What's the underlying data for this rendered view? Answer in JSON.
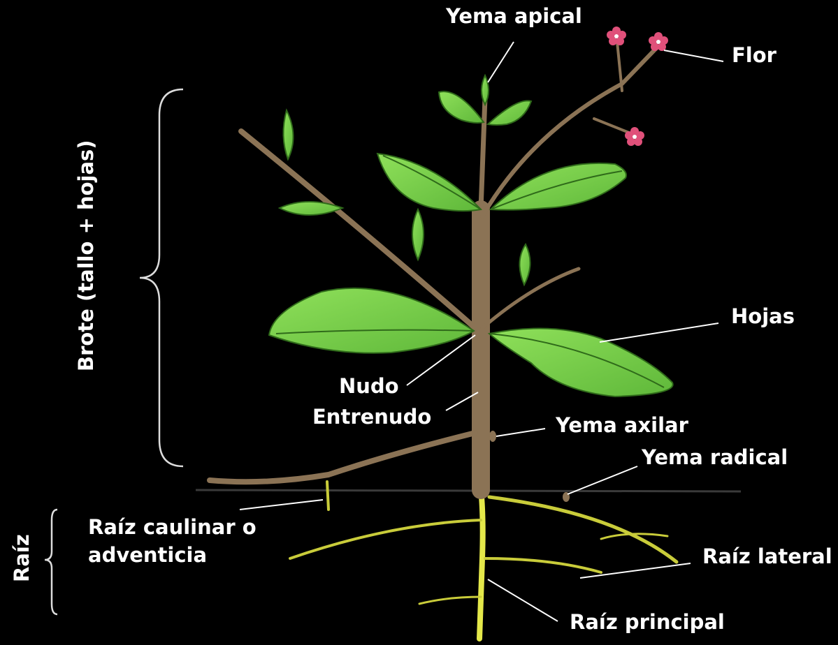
{
  "labels": {
    "yema_apical": "Yema apical",
    "flor": "Flor",
    "hojas": "Hojas",
    "nudo": "Nudo",
    "entrenudo": "Entrenudo",
    "yema_axilar": "Yema axilar",
    "yema_radical": "Yema radical",
    "raiz_caulinar_line1": "Raíz caulinar o",
    "raiz_caulinar_line2": "adventicia",
    "raiz_lateral": "Raíz lateral",
    "raiz_principal": "Raíz principal",
    "brote": "Brote (tallo + hojas)",
    "raiz": "Raíz"
  },
  "colors": {
    "background": "#000000",
    "stem": "#8b7355",
    "leaf": "#7fd04a",
    "leaf_dark": "#4a8a2a",
    "root": "#d6d84a",
    "flower": "#e0507a",
    "text": "#ffffff"
  }
}
